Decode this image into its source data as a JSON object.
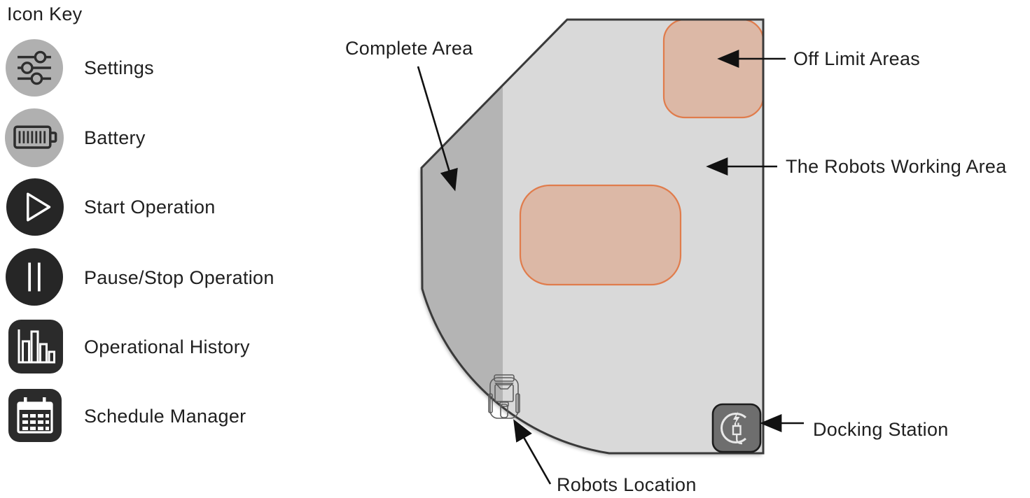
{
  "icon_key": {
    "title": "Icon Key",
    "items": [
      {
        "label": "Settings",
        "icon": "sliders-icon"
      },
      {
        "label": "Battery",
        "icon": "battery-icon"
      },
      {
        "label": "Start Operation",
        "icon": "play-icon"
      },
      {
        "label": "Pause/Stop Operation",
        "icon": "pause-icon"
      },
      {
        "label": "Operational History",
        "icon": "bar-chart-icon"
      },
      {
        "label": "Schedule Manager",
        "icon": "calendar-icon"
      }
    ]
  },
  "map": {
    "annotations": {
      "complete_area": "Complete Area",
      "off_limit_areas": "Off Limit Areas",
      "working_area": "The Robots Working Area",
      "docking_station": "Docking Station",
      "robots_location": "Robots Location"
    },
    "markers": [
      {
        "icon": "robot-mower-icon",
        "meaning": "Robots Location"
      },
      {
        "icon": "charging-dock-icon",
        "meaning": "Docking Station"
      }
    ],
    "colors": {
      "complete_area_fill": "#b4b4b4",
      "working_area_fill": "#d9d9d9",
      "map_outline": "#3a3a3a",
      "off_limit_fill": "#dcb5a2",
      "off_limit_stroke": "#e07c4c",
      "dock_fill": "#6e6e6e",
      "legend_circle_gray": "#b0b0b0",
      "legend_dark": "#262626",
      "text": "#1f1f1f"
    }
  }
}
